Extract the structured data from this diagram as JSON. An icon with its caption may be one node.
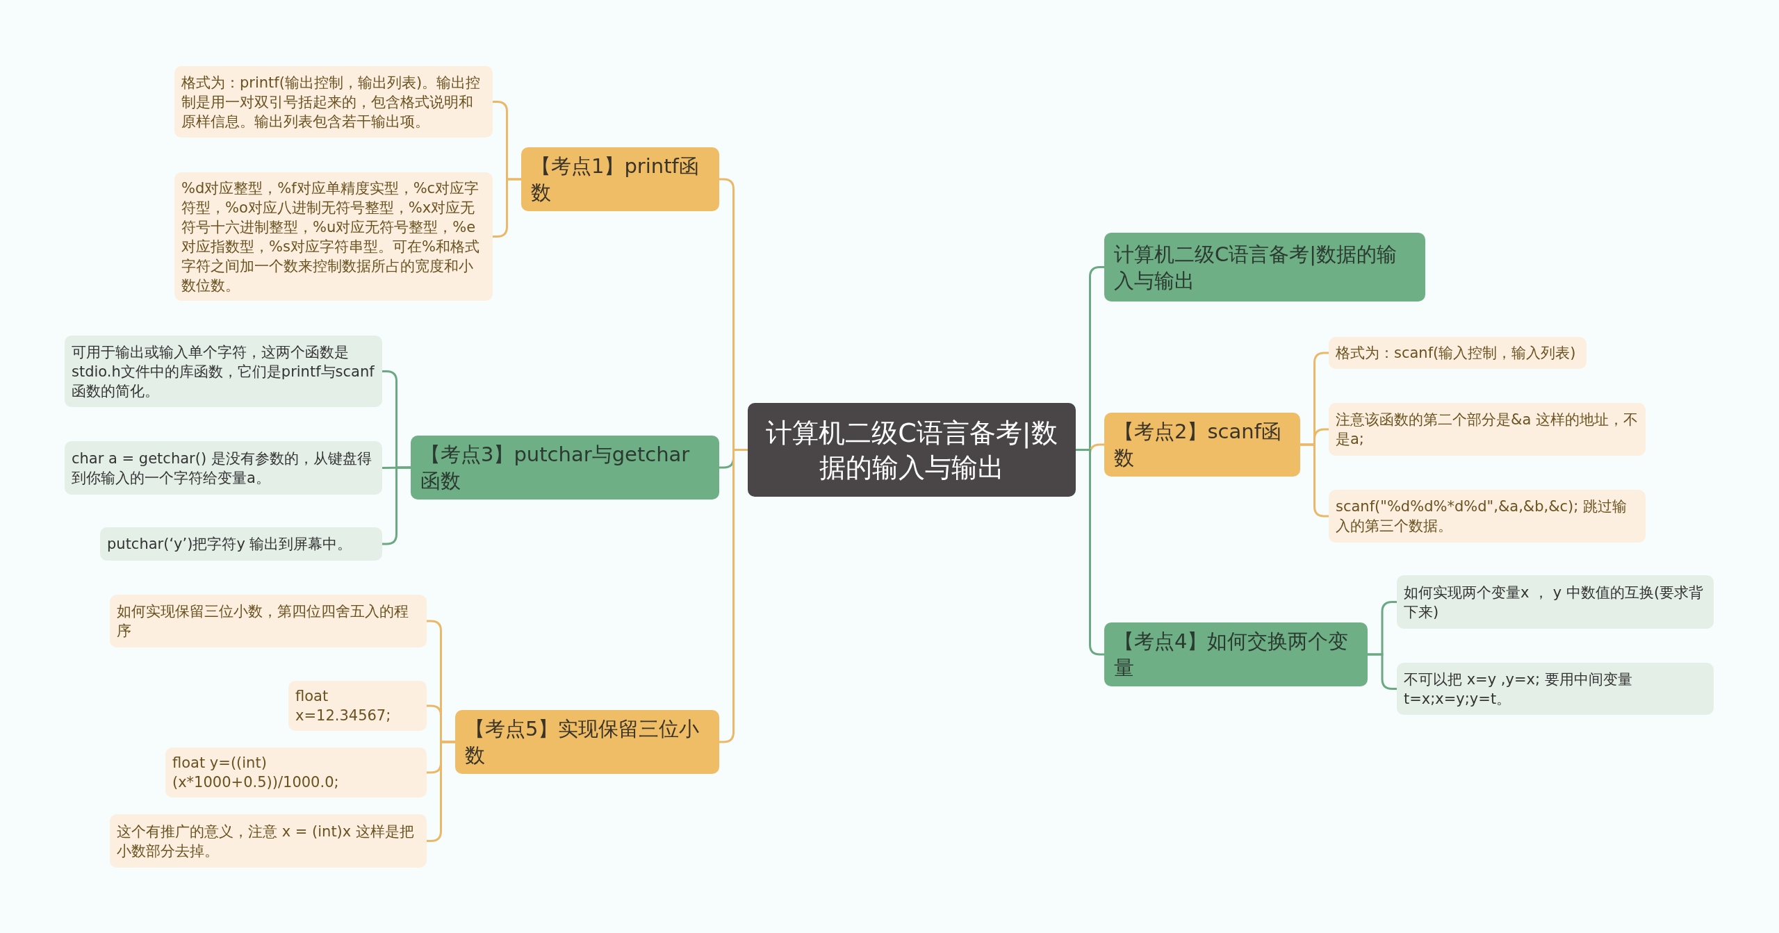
{
  "diagram": {
    "nodes": [
      {
        "text": [
          "计算机二级C语言备考|数据的输入与输出"
        ]
      },
      {
        "text": [
          "【考点1】printf函数"
        ]
      },
      {
        "text": [
          "格式为：printf(输出控制，输出列表)。输出控制是用一对双引号括起来的，包含格式说明和原样信息。输出列表包含若干输出项。"
        ]
      },
      {
        "text": [
          "%d对应整型，%f对应单精度实型，%c对应字符型，%o对应八进制无符号整型，%x对应无符号十六进制整型，%u对应无符号整型，%e对应指数型，%s对应字符串型。可在%和格式字符之间加一个数来控制数据所占的宽度和小数位数。"
        ]
      },
      {
        "text": [
          "【考点3】putchar与getchar函数"
        ]
      },
      {
        "text": [
          "可用于输出或输入单个字符，这两个函数是stdio.h文件中的库函数，它们是printf与scanf函数的简化。"
        ]
      },
      {
        "text": [
          "char a = getchar() 是没有参数的，从键盘得到你输入的一个字符给变量a。"
        ]
      },
      {
        "text": [
          "putchar(‘y’)把字符y 输出到屏幕中。"
        ]
      },
      {
        "text": [
          "【考点5】实现保留三位小数"
        ]
      },
      {
        "text": [
          "如何实现保留三位小数，第四位四舍五入的程序"
        ]
      },
      {
        "text": [
          "float x=12.34567;"
        ]
      },
      {
        "text": [
          "float y=((int)(x*1000+0.5))/1000.0;"
        ]
      },
      {
        "text": [
          "这个有推广的意义，注意 x = (int)x 这样是把小数部分去掉。"
        ]
      },
      {
        "text": [
          "计算机二级C语言备考|数据的输入与输出"
        ]
      },
      {
        "text": [
          "【考点2】scanf函数"
        ]
      },
      {
        "text": [
          "格式为：scanf(输入控制，输入列表)"
        ]
      },
      {
        "text": [
          "注意该函数的第二个部分是&a 这样的地址，不是a;"
        ]
      },
      {
        "text": [
          "scanf(\"%d%d%*d%d\",&a,&b,&c); 跳过输入的第三个数据。"
        ]
      },
      {
        "text": [
          "【考点4】如何交换两个变量"
        ]
      },
      {
        "text": [
          "如何实现两个变量x ， y 中数值的互换(要求背下来)"
        ]
      },
      {
        "text": [
          "不可以把 x=y ,y=x; 要用中间变量 t=x;x=y;y=t。"
        ]
      }
    ],
    "edges": [
      {
        "from": 0,
        "to": 1,
        "arrow": "none"
      },
      {
        "from": 1,
        "to": 2,
        "arrow": "none"
      },
      {
        "from": 1,
        "to": 3,
        "arrow": "none"
      },
      {
        "from": 0,
        "to": 4,
        "arrow": "none",
        "color": "#6aa982"
      },
      {
        "from": 4,
        "to": 5,
        "arrow": "none",
        "color": "#6aa982"
      },
      {
        "from": 4,
        "to": 6,
        "arrow": "none",
        "color": "#6aa982"
      },
      {
        "from": 4,
        "to": 7,
        "arrow": "none",
        "color": "#6aa982"
      },
      {
        "from": 0,
        "to": 8,
        "arrow": "none"
      },
      {
        "from": 8,
        "to": 9,
        "arrow": "none"
      },
      {
        "from": 8,
        "to": 10,
        "arrow": "none"
      },
      {
        "from": 8,
        "to": 11,
        "arrow": "none"
      },
      {
        "from": 8,
        "to": 12,
        "arrow": "none"
      },
      {
        "from": 0,
        "to": 13,
        "arrow": "none",
        "color": "#6aa982"
      },
      {
        "from": 0,
        "to": 14,
        "arrow": "none"
      },
      {
        "from": 14,
        "to": 15,
        "arrow": "none"
      },
      {
        "from": 14,
        "to": 16,
        "arrow": "none"
      },
      {
        "from": 14,
        "to": 17,
        "arrow": "none"
      },
      {
        "from": 0,
        "to": 18,
        "arrow": "none",
        "color": "#6aa982"
      },
      {
        "from": 18,
        "to": 19,
        "arrow": "none",
        "color": "#6aa982"
      },
      {
        "from": 18,
        "to": 20,
        "arrow": "none",
        "color": "#6aa982"
      }
    ]
  }
}
